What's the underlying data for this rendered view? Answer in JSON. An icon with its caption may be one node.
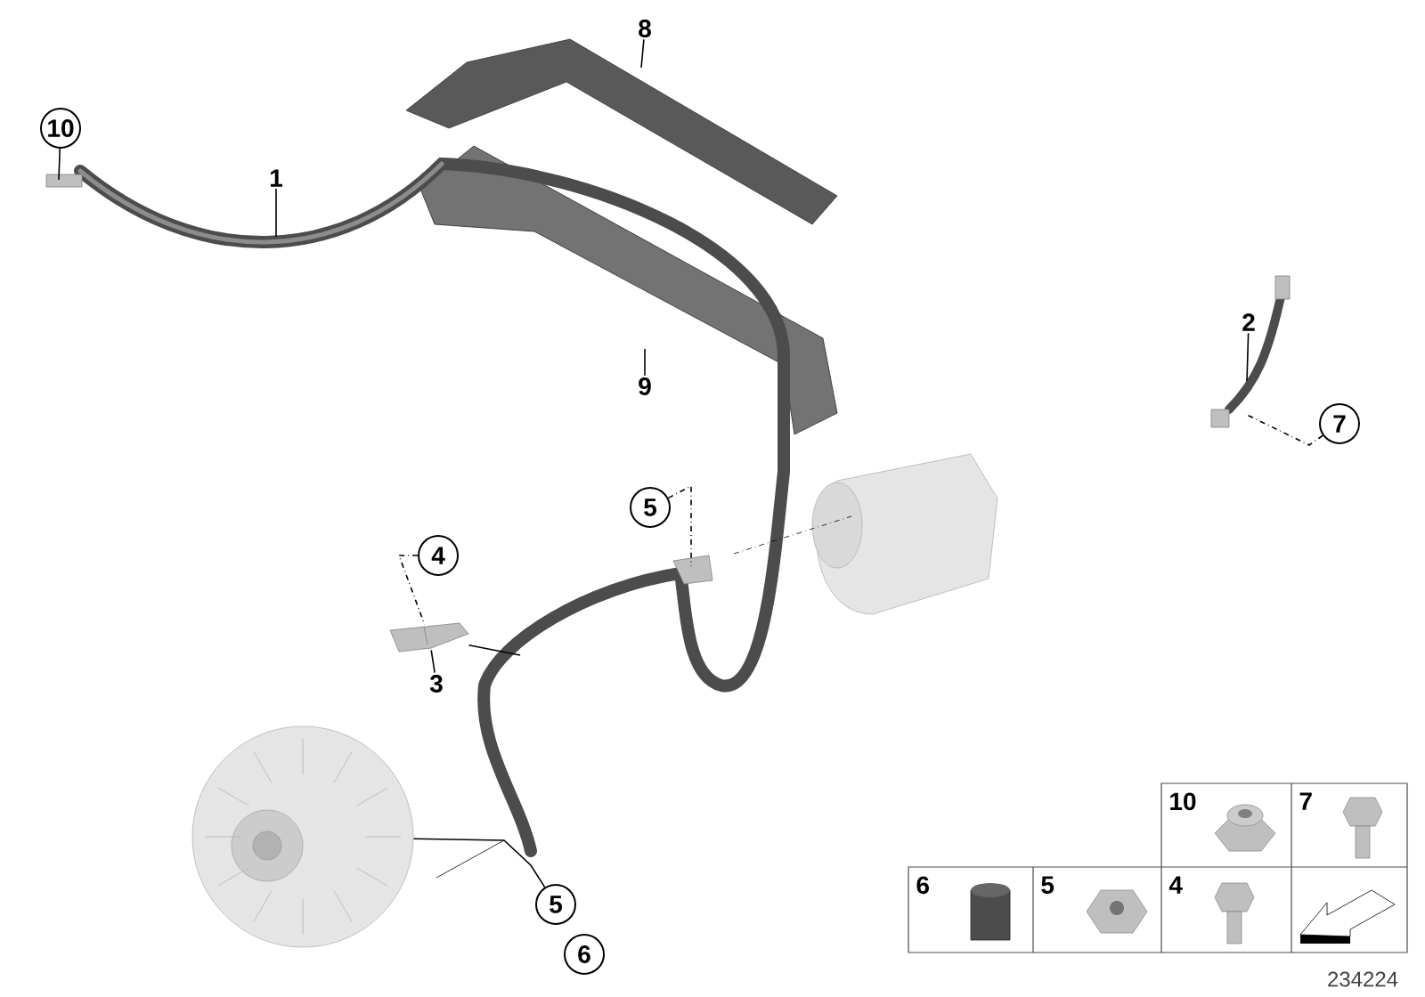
{
  "diagram": {
    "nodes": [
      {
        "text": [
          "10"
        ]
      },
      {
        "text": [
          "1"
        ]
      },
      {
        "text": [
          "8"
        ]
      },
      {
        "text": [
          "9"
        ]
      },
      {
        "text": [
          "2"
        ]
      },
      {
        "text": [
          "7"
        ]
      },
      {
        "text": [
          "5"
        ]
      },
      {
        "text": [
          "4"
        ]
      },
      {
        "text": [
          "3"
        ]
      },
      {
        "text": [
          "5"
        ]
      },
      {
        "text": [],
        "shape": "picture"
      },
      {
        "text": [],
        "shape": "picture"
      }
    ],
    "edges": [
      {
        "from": 0,
        "to": null,
        "arrow": "none"
      },
      {
        "from": 1,
        "to": null,
        "arrow": "none"
      },
      {
        "from": 2,
        "to": null,
        "arrow": "none"
      },
      {
        "from": 3,
        "to": null,
        "arrow": "none"
      },
      {
        "from": 4,
        "to": null,
        "arrow": "none"
      },
      {
        "from": 5,
        "to": null,
        "arrow": "none",
        "style": "dashed"
      },
      {
        "from": 6,
        "to": null,
        "arrow": "none",
        "style": "dashed"
      },
      {
        "from": 7,
        "to": 10,
        "arrow": "none",
        "style": "dashed"
      },
      {
        "from": 8,
        "to": 10,
        "arrow": "none"
      },
      {
        "from": 9,
        "to": 11,
        "arrow": "none"
      },
      {
        "from": 10,
        "to": null,
        "arrow": "none"
      }
    ],
    "labels": [
      "10",
      "7",
      "6",
      "5",
      "4",
      "6",
      "234224"
    ]
  }
}
